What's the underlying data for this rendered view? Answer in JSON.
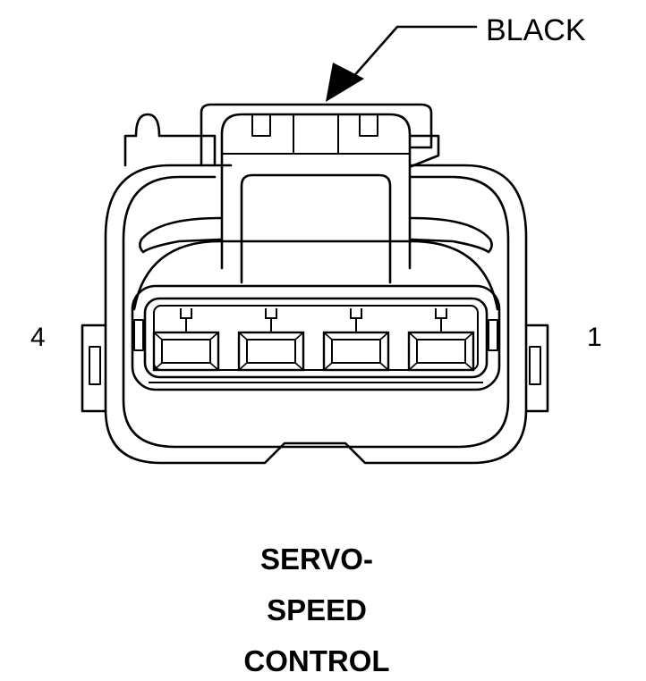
{
  "connector": {
    "color_callout": "BLACK",
    "pin_left_label": "4",
    "pin_right_label": "1",
    "pin_count": 4
  },
  "caption": {
    "lines": [
      "SERVO-",
      "SPEED",
      "CONTROL"
    ]
  }
}
